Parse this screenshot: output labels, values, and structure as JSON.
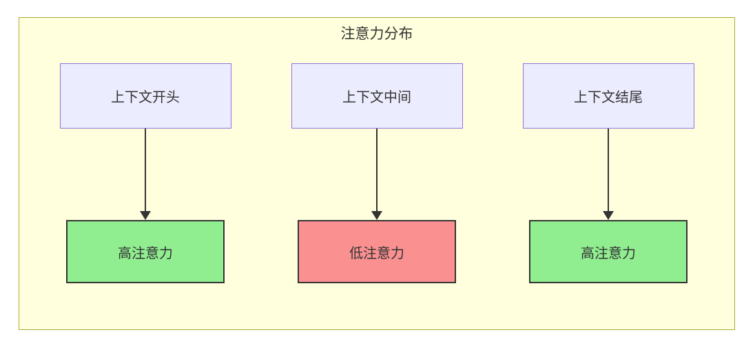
{
  "diagram": {
    "title": "注意力分布",
    "columns": [
      {
        "source": "上下文开头",
        "target": "高注意力",
        "attention_level": "high"
      },
      {
        "source": "上下文中间",
        "target": "低注意力",
        "attention_level": "low"
      },
      {
        "source": "上下文结尾",
        "target": "高注意力",
        "attention_level": "high"
      }
    ],
    "colors": {
      "container_fill": "#FFFFDE",
      "container_border": "#AAAA33",
      "source_node_fill": "#ECECFF",
      "source_node_border": "#9370DB",
      "high_attention_fill": "#90EE90",
      "low_attention_fill": "#FA9090",
      "target_node_border": "#333333",
      "arrow_color": "#333333",
      "text_color": "#333333"
    }
  }
}
